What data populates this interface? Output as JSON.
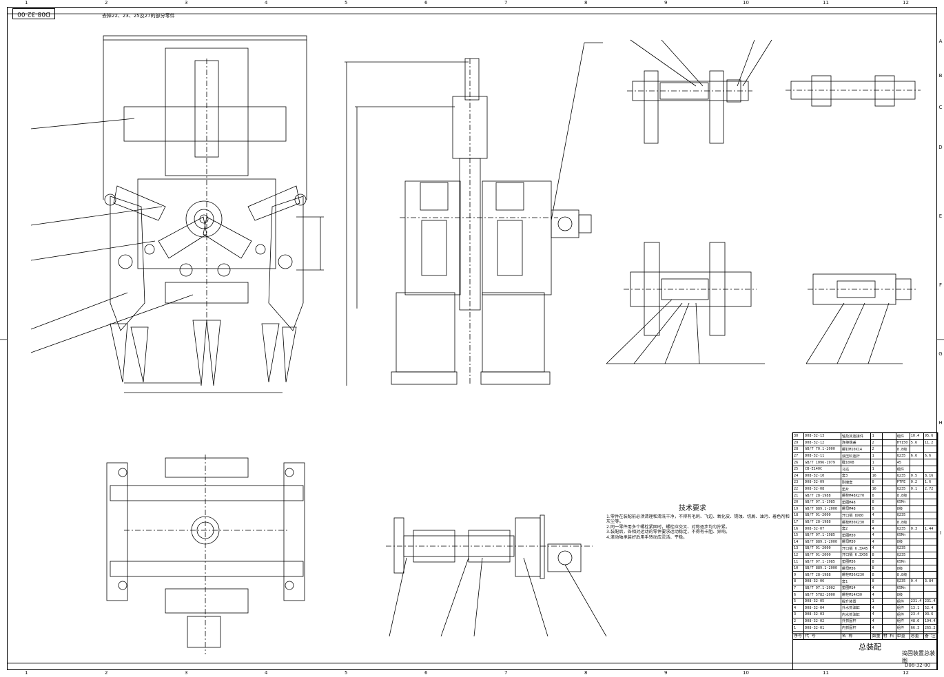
{
  "drawing": {
    "drawing_no": "D08-32-00",
    "top_note": "去掉22、23、25及27的部分零件",
    "zones_top": [
      "1",
      "2",
      "3",
      "4",
      "5",
      "6",
      "7",
      "8",
      "9",
      "10",
      "11",
      "12"
    ],
    "zones_side": [
      "A",
      "B",
      "C",
      "D",
      "E",
      "F",
      "G",
      "H",
      "I"
    ]
  },
  "tech_requirements": {
    "title": "技术要求",
    "items": [
      "1.零件在装配前必须清理和清洗干净，不得有毛刺、飞边、氧化皮、锈蚀、切屑、油污、着色剂和灰尘等。",
      "2.同一零件用多个螺栓紧固时，螺栓应交叉、对称逐步均匀拧紧。",
      "3.装配后，各相对运动的零件要求运动稳定，不得有卡阻、异响。",
      "4.滚动轴承装好后用手转动应灵活、平稳。"
    ]
  },
  "bom": {
    "rows": [
      [
        "30",
        "D08-32-13",
        "轴及其连接件",
        "1",
        "",
        "组件",
        "10.4",
        "95.6"
      ],
      [
        "29",
        "D08-32-12",
        "连接端盖",
        "2",
        "",
        "HT150",
        "5.6",
        "11.2"
      ],
      [
        "28",
        "GB/T 70.1-2000",
        "螺钉M10X14",
        "2",
        "",
        "8.8级",
        "",
        ""
      ],
      [
        "27",
        "D08-32-11",
        "液压缸连杆",
        "1",
        "",
        "Q235",
        "6.6",
        "6.6"
      ],
      [
        "26",
        "GB/T 1096-1979",
        "键10X8",
        "1",
        "",
        "45",
        "",
        ""
      ],
      [
        "25",
        "CB-E140C",
        "马达",
        "1",
        "",
        "组件",
        "",
        ""
      ],
      [
        "24",
        "D08-32-10",
        "套3",
        "16",
        "",
        "Q235",
        "0.5",
        "8.16"
      ],
      [
        "23",
        "D08-32-09",
        "耐磨套",
        "8",
        "",
        "PTFE",
        "0.2",
        "1.6"
      ],
      [
        "22",
        "D08-32-08",
        "垫片",
        "16",
        "",
        "Q235",
        "0.1",
        "2.72"
      ],
      [
        "21",
        "GB/T 28-1988",
        "螺栓M48X270",
        "8",
        "",
        "8.8级",
        "",
        ""
      ],
      [
        "20",
        "GB/T 97.1-1985",
        "垫圈M48",
        "8",
        "",
        "65Mn",
        "",
        ""
      ],
      [
        "19",
        "GB/T 889.1-2000",
        "螺母M48",
        "8",
        "",
        "8级",
        "",
        ""
      ],
      [
        "18",
        "GB/T 91-2000",
        "开口销 8X80",
        "4",
        "",
        "Q235",
        "",
        ""
      ],
      [
        "17",
        "GB/T 28-1988",
        "螺栓M30X230",
        "8",
        "",
        "8.8级",
        "",
        ""
      ],
      [
        "16",
        "D08-32-07",
        "套2",
        "4",
        "",
        "Q235",
        "0.3",
        "1.44"
      ],
      [
        "15",
        "GB/T 97.1-1985",
        "垫圈M30",
        "4",
        "",
        "65Mn",
        "",
        ""
      ],
      [
        "14",
        "GB/T 889.1-2000",
        "螺母M30",
        "4",
        "",
        "8级",
        "",
        ""
      ],
      [
        "13",
        "GB/T 91-2000",
        "开口销 6.3X45",
        "4",
        "",
        "Q235",
        "",
        ""
      ],
      [
        "12",
        "GB/T 91-2000",
        "开口销 6.3X56",
        "8",
        "",
        "Q235",
        "",
        ""
      ],
      [
        "11",
        "GB/T 97.1-1985",
        "垫圈M36",
        "8",
        "",
        "65Mn",
        "",
        ""
      ],
      [
        "10",
        "GB/T 889.1-2000",
        "螺母M36",
        "8",
        "",
        "8级",
        "",
        ""
      ],
      [
        "9",
        "GB/T 28-1988",
        "螺栓M36X230",
        "8",
        "",
        "8.8级",
        "",
        ""
      ],
      [
        "8",
        "D08-32-06",
        "套1",
        "8",
        "",
        "Q235",
        "0.4",
        "3.84"
      ],
      [
        "7",
        "GB/T 97.1-2002",
        "垫圈M14",
        "4",
        "",
        "65Mn",
        "",
        ""
      ],
      [
        "6",
        "GB/T 5782-2000",
        "螺栓M14X30",
        "4",
        "",
        "8级",
        "",
        ""
      ],
      [
        "5",
        "D08-32-05",
        "提升装置",
        "1",
        "",
        "组件",
        "231.4",
        "231.4"
      ],
      [
        "4",
        "D08-32-04",
        "外水抓油缸",
        "4",
        "",
        "组件",
        "13.1",
        "52.4"
      ],
      [
        "3",
        "D08-32-03",
        "内水抓油缸",
        "4",
        "",
        "组件",
        "23.4",
        "93.6"
      ],
      [
        "2",
        "D08-32-02",
        "外抓固杆",
        "4",
        "",
        "组件",
        "48.6",
        "194.4"
      ],
      [
        "1",
        "D08-32-01",
        "内抓固杆",
        "4",
        "",
        "组件",
        "66.3",
        "265.2"
      ]
    ],
    "header": [
      "序号",
      "代 号",
      "名 称",
      "数量",
      "材 料",
      "单重",
      "总重",
      "备 注"
    ]
  },
  "title_block": {
    "name": "总装配",
    "title": "捣固装置总装图",
    "code": "D08-32-00"
  }
}
